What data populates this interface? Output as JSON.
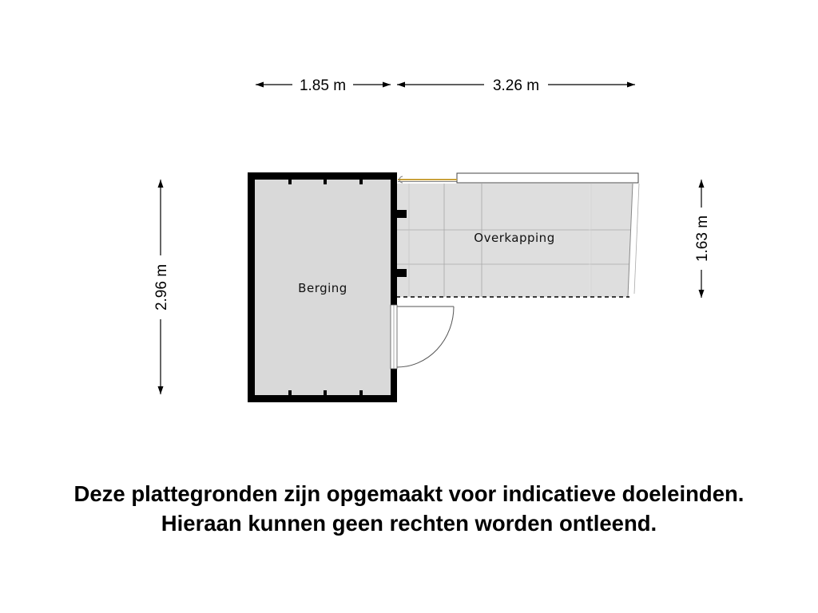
{
  "dimensions": {
    "top_left": "1.85 m",
    "top_right": "3.26 m",
    "left_height": "2.96 m",
    "right_height": "1.63 m"
  },
  "rooms": {
    "berging": "Berging",
    "overkapping": "Overkapping"
  },
  "disclaimer": {
    "line1": "Deze plattegronden zijn opgemaakt voor indicatieve doeleinden.",
    "line2": "Hieraan kunnen geen rechten worden ontleend."
  },
  "colors": {
    "wall": "#000000",
    "floor_berging": "#d9d9d9",
    "floor_overkapping": "#e0e0e0",
    "gutter": "#c9a13a"
  }
}
